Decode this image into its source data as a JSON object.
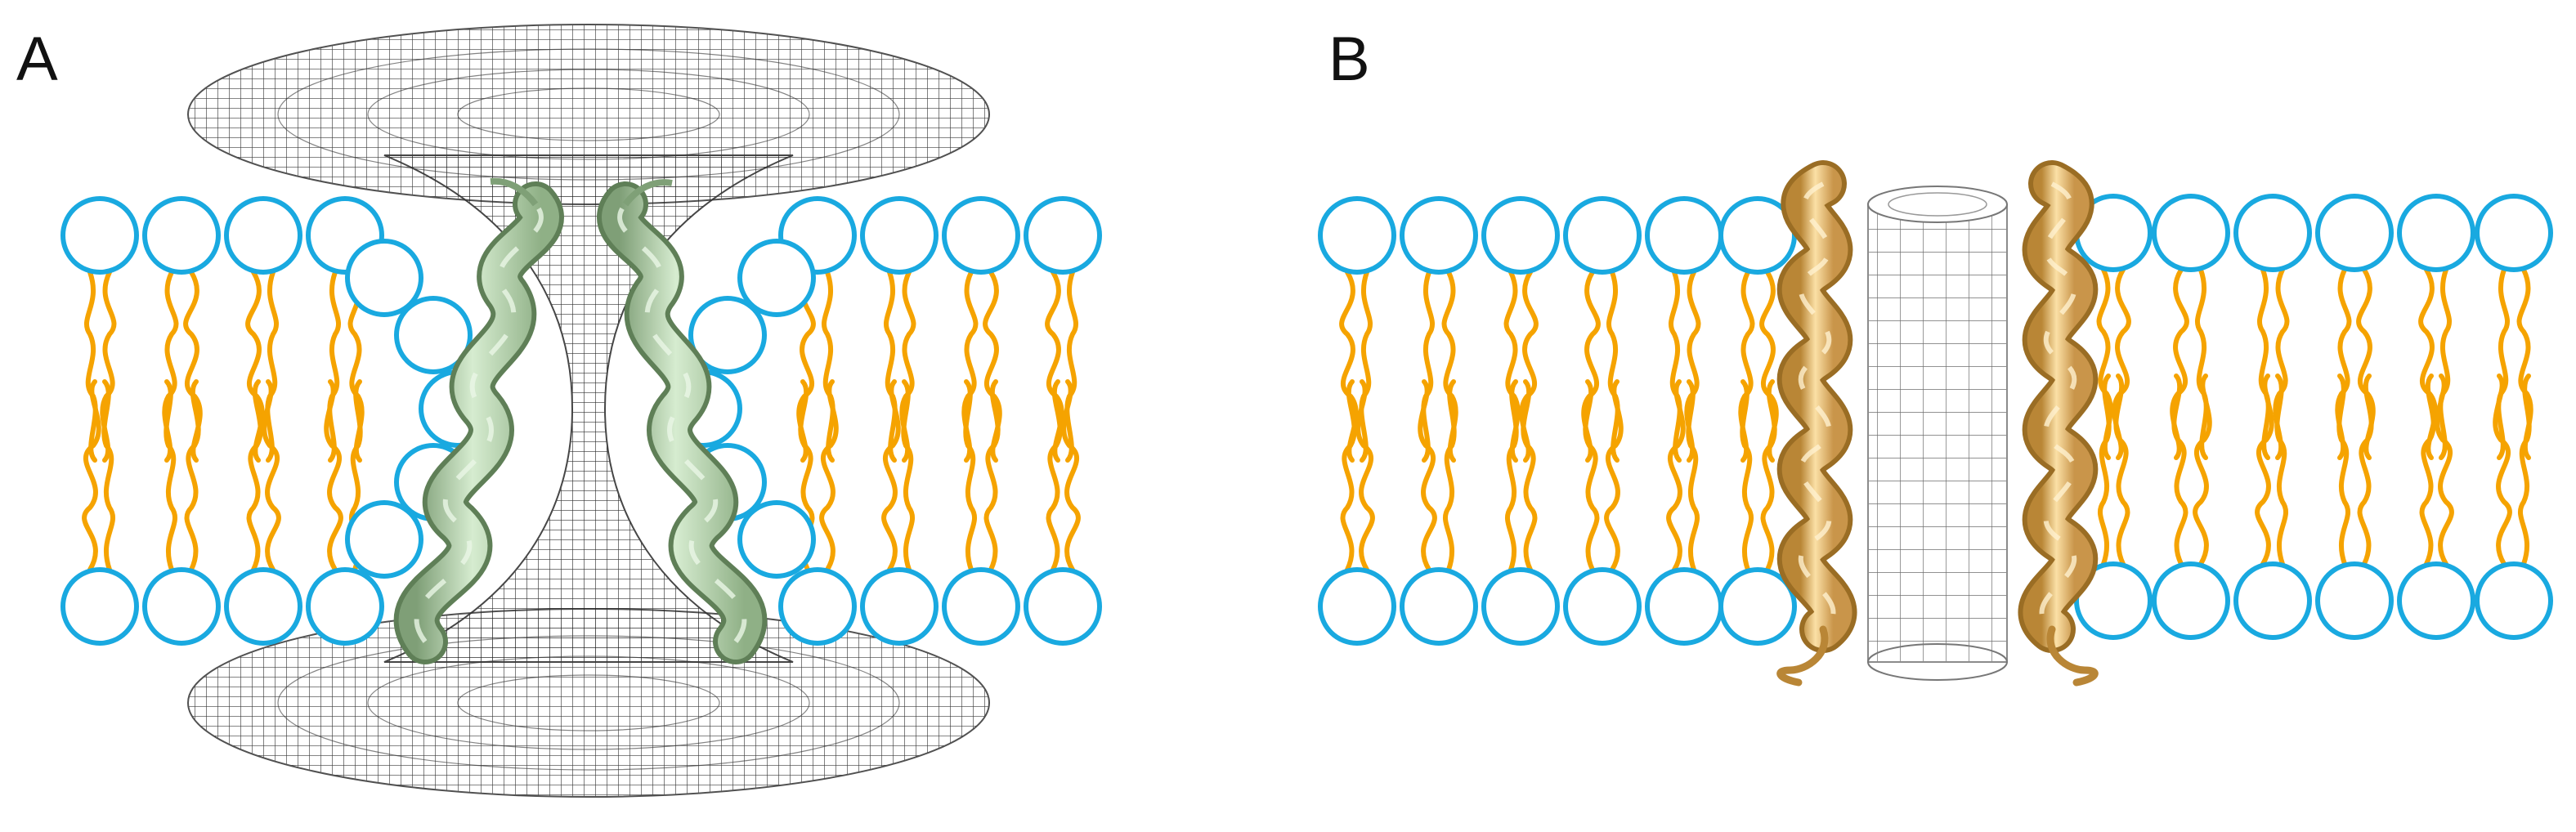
{
  "panels": [
    {
      "label": "A",
      "pore_type": "toroidal",
      "helix_color": "#b9d7b0",
      "helix_stroke": "#5f7f57"
    },
    {
      "label": "B",
      "pore_type": "barrel-stave",
      "helix_color": "#f0c77a",
      "helix_stroke": "#9a6d24"
    }
  ],
  "colors": {
    "lipid_head": "#19a9e0",
    "lipid_tail": "#f5a300",
    "mesh": "#222222",
    "background": "#ffffff"
  }
}
